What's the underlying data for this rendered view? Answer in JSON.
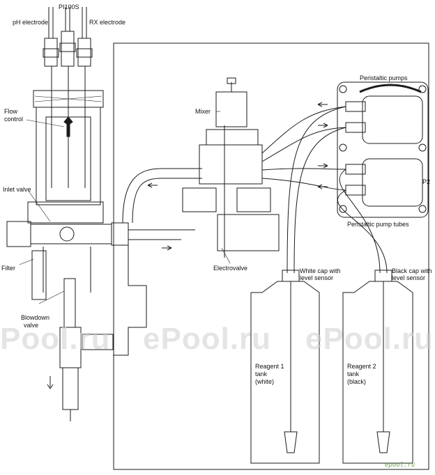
{
  "labels": {
    "ph_electrode": "pH electrode",
    "pi100s": "PI100S",
    "rx_electrode": "RX electrode",
    "flow_control_1": "Flow",
    "flow_control_2": "control",
    "inlet_valve": "Inlet valve",
    "filter": "Filter",
    "blowdown_1": "Blowdown",
    "blowdown_2": "valve",
    "mixer": "Mixer",
    "electrovalve": "Electrovalve",
    "peristaltic_pumps": "Peristaltic pumps",
    "p2": "P2",
    "peristaltic_pump_tubes": "Peristaltic pump tubes",
    "white_cap_1": "White cap with",
    "white_cap_2": "level sensor",
    "black_cap_1": "Black cap with",
    "black_cap_2": "level sensor",
    "reagent1_1": "Reagent 1",
    "reagent1_2": "tank",
    "reagent1_3": "(white)",
    "reagent2_1": "Reagent 2",
    "reagent2_2": "tank",
    "reagent2_3": "(black)"
  },
  "watermarks": [
    "Pool.ru",
    "ePool.ru",
    "ePool.ru"
  ],
  "brand_text": "epool.ru",
  "colors": {
    "line": "#1a1a1a",
    "fill": "#ffffff",
    "watermark": "#cfcfcf",
    "brand": "#6aa84f"
  }
}
